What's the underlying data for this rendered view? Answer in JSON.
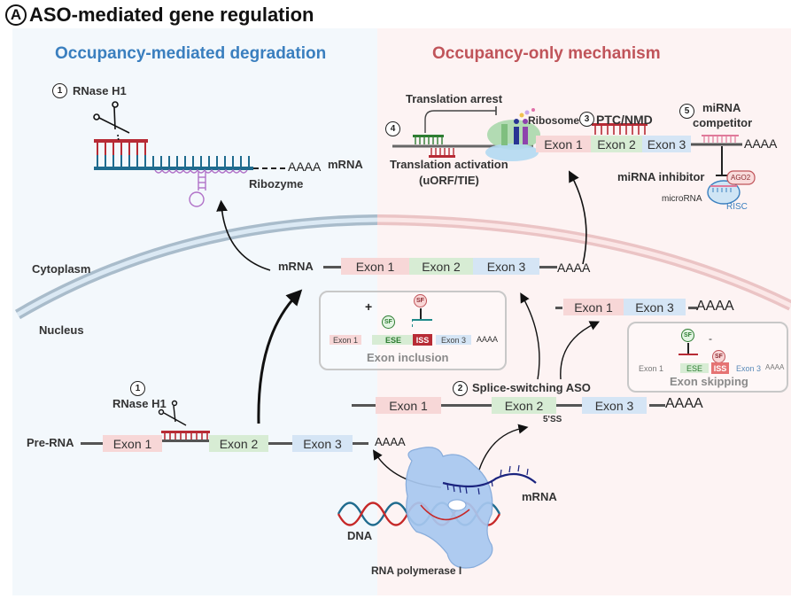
{
  "figure": {
    "panel_letter": "A",
    "title": "ASO-mediated gene regulation"
  },
  "sections": {
    "left": {
      "title": "Occupancy-mediated degradation",
      "color": "#3a7fbf"
    },
    "right": {
      "title": "Occupancy-only mechanism",
      "color": "#c0545a"
    }
  },
  "colors": {
    "exon1": "#f7d7d7",
    "exon2": "#d7ecd4",
    "exon3": "#d5e5f5",
    "aso_red": "#b72b35",
    "rna_blue": "#1f6b8e",
    "ribozyme_purple": "#b071c8",
    "membrane_blue": "#9fb6c8",
    "membrane_red": "#e7b5b7"
  },
  "compartments": {
    "cytoplasm": "Cytoplasm",
    "nucleus": "Nucleus"
  },
  "degradation": {
    "rnase_number": "1",
    "rnase_label": "RNase H1",
    "poly_a": "AAAA",
    "mrna_label": "mRNA",
    "ribozyme_label": "Ribozyme"
  },
  "translation": {
    "number": "4",
    "arrest_label": "Translation arrest",
    "activation_label": "Translation activation",
    "activation_sub": "(uORF/TIE)",
    "ribosome_label": "Ribosome"
  },
  "ptc": {
    "number": "3",
    "label": "PTC/NMD",
    "exons": [
      "Exon 1",
      "Exon 2",
      "Exon 3"
    ],
    "poly_a": "AAAA"
  },
  "mirna": {
    "number": "5",
    "competitor_line1": "miRNA",
    "competitor_line2": "competitor",
    "inhibitor_label": "miRNA  inhibitor",
    "ago2_label": "AGO2",
    "microrna_label": "microRNA",
    "risc_label": "RISC"
  },
  "mature_mrna": {
    "label": "mRNA",
    "exons": [
      "Exon 1",
      "Exon 2",
      "Exon 3"
    ],
    "poly_a": "AAAA"
  },
  "skipped_mrna": {
    "exons": [
      "Exon 1",
      "Exon 3"
    ],
    "poly_a": "AAAA"
  },
  "exon_inclusion": {
    "title": "Exon inclusion",
    "plus": "+",
    "sf": "SF",
    "exon1": "Exon 1",
    "ese": "ESE",
    "iss": "ISS",
    "exon3": "Exon 3",
    "poly_a": "AAAA"
  },
  "exon_skipping": {
    "title": "Exon skipping",
    "minus": "-",
    "sf": "SF",
    "exon1": "Exon 1",
    "ese": "ESE",
    "iss": "ISS",
    "exon3": "Exon 3",
    "poly_a": "AAAA"
  },
  "splice_switching": {
    "number": "2",
    "label": "Splice-switching ASO",
    "exons": [
      "Exon 1",
      "Exon 2",
      "Exon 3"
    ],
    "poly_a": "AAAA",
    "site_label": "5'SS"
  },
  "pre_rna": {
    "label": "Pre-RNA",
    "rnase_number": "1",
    "rnase_label": "RNase H1",
    "exons": [
      "Exon 1",
      "Exon 2",
      "Exon 3"
    ],
    "poly_a": "AAAA"
  },
  "transcription": {
    "dna_label": "DNA",
    "mrna_label": "mRNA",
    "polymerase_label": "RNA polymerase I"
  }
}
